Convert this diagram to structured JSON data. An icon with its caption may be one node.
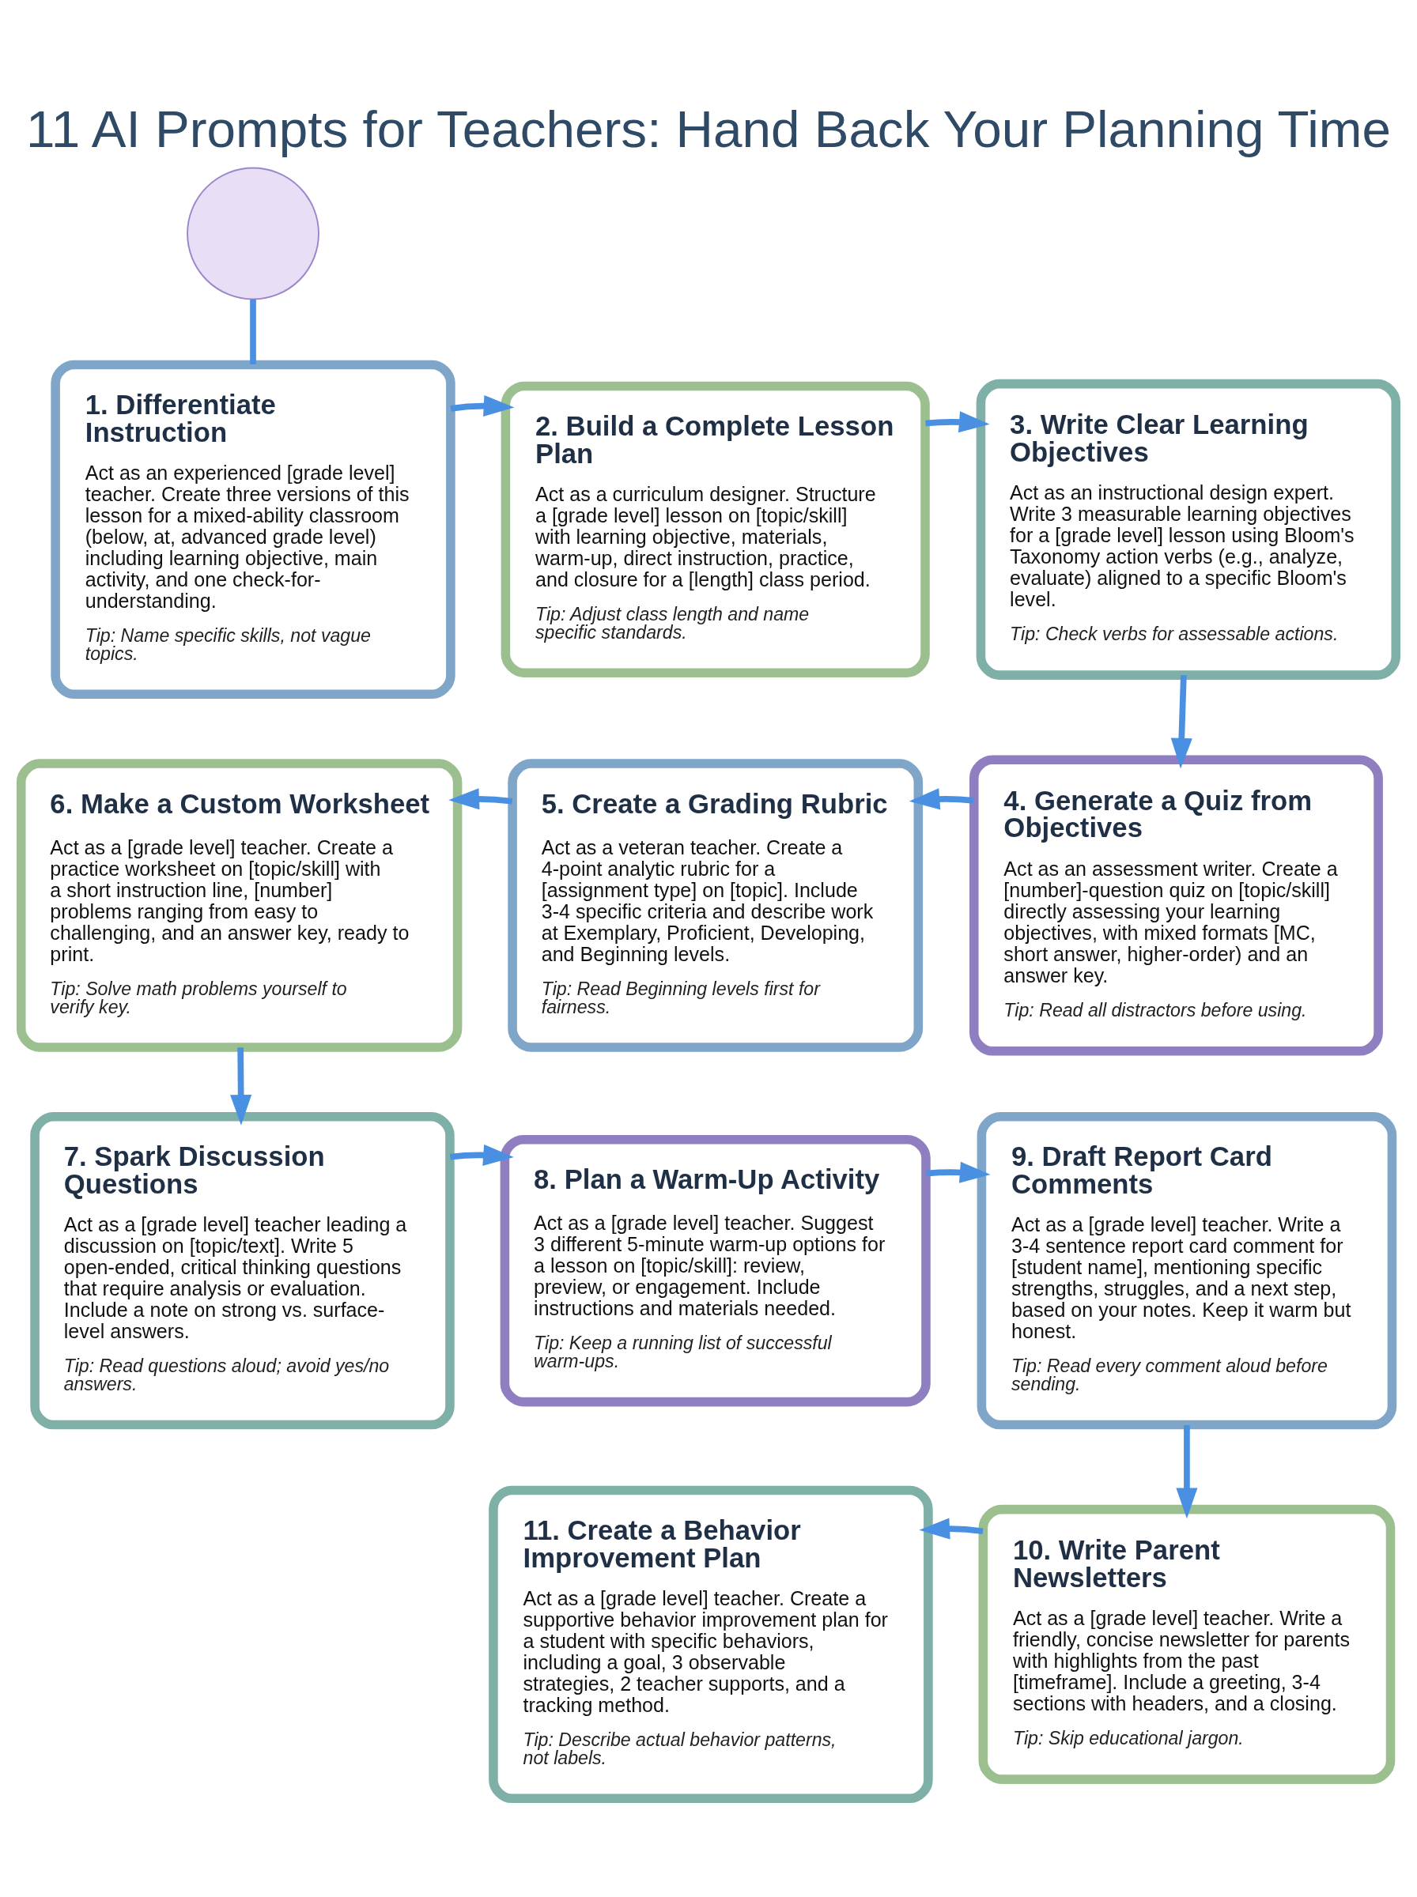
{
  "diagram": {
    "title": "11 AI Prompts for Teachers: Hand Back Your Planning Time",
    "nodes": [
      {
        "text": [],
        "shape": "circle"
      },
      {
        "text": [
          "1. Differentiate Instruction",
          "Act as an experienced [grade level] teacher. Create three versions of this lesson for a mixed-ability classroom (below, at, advanced grade level) including learning objective, main activity, and one check-for-understanding.",
          "Tip: Name specific skills, not vague topics."
        ]
      },
      {
        "text": [
          "2. Build a Complete Lesson Plan",
          "Act as a curriculum designer. Structure a [grade level] lesson on [topic/skill] with learning objective, materials, warm-up, direct instruction, practice, and closure for a [length] class period.",
          "Tip: Adjust class length and name specific standards."
        ]
      },
      {
        "text": [
          "3. Write Clear Learning Objectives",
          "Act as an instructional design expert. Write 3 measurable learning objectives for a [grade level] lesson using Bloom's Taxonomy action verbs (e.g., analyze, evaluate) aligned to a specific Bloom's level.",
          "Tip: Check verbs for assessable actions."
        ]
      },
      {
        "text": [
          "4. Generate a Quiz from Objectives",
          "Act as an assessment writer. Create a [number]-question quiz on [topic/skill] directly assessing your learning objectives, with mixed formats [MC, short answer, higher-order) and an answer key.",
          "Tip: Read all distractors before using."
        ]
      },
      {
        "text": [
          "5. Create a Grading Rubric",
          "Act as a veteran teacher. Create a 4-point analytic rubric for a [assignment type] on [topic]. Include 3-4 specific criteria and describe work at Exemplary, Proficient, Developing, and Beginning levels.",
          "Tip: Read Beginning levels first for fairness."
        ]
      },
      {
        "text": [
          "6. Make a Custom Worksheet",
          "Act as a [grade level] teacher. Create a practice worksheet on [topic/skill] with a short instruction line, [number] problems ranging from easy to challenging, and an answer key, ready to print.",
          "Tip: Solve math problems yourself to verify key."
        ]
      },
      {
        "text": [
          "7. Spark Discussion Questions",
          "Act as a [grade level] teacher leading a discussion on [topic/text]. Write 5 open-ended, critical thinking questions that require analysis or evaluation. Include a note on strong vs. surface-level answers.",
          "Tip: Read questions aloud; avoid yes/no answers."
        ]
      },
      {
        "text": [
          "8. Plan a Warm-Up Activity",
          "Act as a [grade level] teacher. Suggest 3 different 5-minute warm-up options for a lesson on [topic/skill]: review, preview, or engagement. Include instructions and materials needed.",
          "Tip: Keep a running list of successful warm-ups."
        ]
      },
      {
        "text": [
          "9. Draft Report Card Comments",
          "Act as a [grade level] teacher. Write a 3-4 sentence report card comment for [student name], mentioning specific strengths, struggles, and a next step, based on your notes. Keep it warm but honest.",
          "Tip: Read every comment aloud before sending."
        ]
      },
      {
        "text": [
          "10. Write Parent Newsletters",
          "Act as a [grade level] teacher. Write a friendly, concise newsletter for parents with highlights from the past [timeframe]. Include a greeting, 3-4 sections with headers, and a closing.",
          "Tip: Skip educational jargon."
        ]
      },
      {
        "text": [
          "11. Create a Behavior Improvement Plan",
          "Act as a [grade level] teacher. Create a supportive behavior improvement plan for a student with specific behaviors, including a goal, 3 observable strategies, 2 teacher supports, and a tracking method.",
          "Tip: Describe actual behavior patterns, not labels."
        ]
      }
    ],
    "edges": [
      {
        "from": 0,
        "to": 1,
        "arrow": "none"
      },
      {
        "from": 1,
        "to": 2,
        "arrow": "to"
      },
      {
        "from": 2,
        "to": 3,
        "arrow": "to"
      },
      {
        "from": 3,
        "to": 4,
        "arrow": "to"
      },
      {
        "from": 4,
        "to": 5,
        "arrow": "to"
      },
      {
        "from": 5,
        "to": 6,
        "arrow": "to"
      },
      {
        "from": 6,
        "to": 7,
        "arrow": "to"
      },
      {
        "from": 7,
        "to": 8,
        "arrow": "to"
      },
      {
        "from": 8,
        "to": 9,
        "arrow": "to"
      },
      {
        "from": 9,
        "to": 10,
        "arrow": "to"
      },
      {
        "from": 10,
        "to": 11,
        "arrow": "to"
      }
    ]
  }
}
